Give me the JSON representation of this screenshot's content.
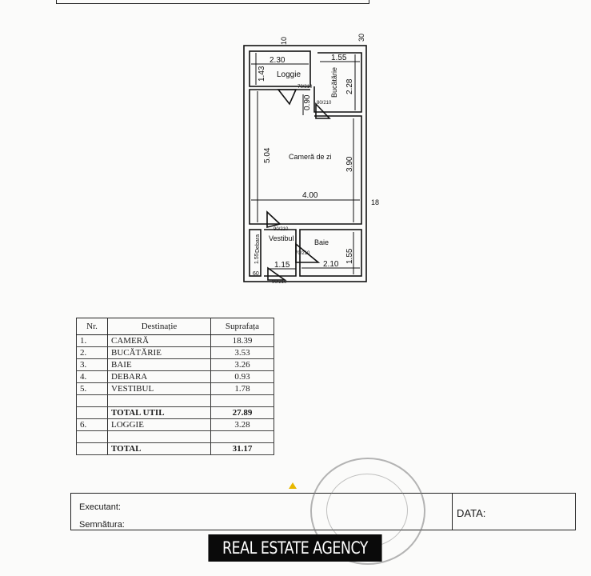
{
  "plan": {
    "rooms": {
      "loggie": "Loggie",
      "bucatarie": "Bucătărie",
      "camera": "Cameră de zi",
      "vestibul": "Vestibul",
      "baie": "Baie",
      "debara": "Debara"
    },
    "dims": {
      "d230": "2.30",
      "d143": "1.43",
      "d155top": "1.55",
      "d228": "2.28",
      "d090": "0.90",
      "d504": "5.04",
      "d390": "3.90",
      "d400": "4.00",
      "d155baie": "1.55",
      "d210": "2.10",
      "d115": "1.15",
      "d155deb": "1.55",
      "d60": "60",
      "w10": "10",
      "w30": "30",
      "w18": "18"
    },
    "doors": {
      "loggie": "70/210",
      "bucatarie": "80/210",
      "camera": "90/210",
      "baie": "70/210",
      "entry": "90/210"
    }
  },
  "table": {
    "headers": [
      "Nr.",
      "Destinație",
      "Suprafața"
    ],
    "rows": [
      {
        "nr": "1.",
        "name": "CAMERĂ",
        "area": "18.39"
      },
      {
        "nr": "2.",
        "name": "BUCĂTĂRIE",
        "area": "3.53"
      },
      {
        "nr": "3.",
        "name": "BAIE",
        "area": "3.26"
      },
      {
        "nr": "4.",
        "name": "DEBARA",
        "area": "0.93"
      },
      {
        "nr": "5.",
        "name": "VESTIBUL",
        "area": "1.78"
      },
      {
        "nr": "",
        "name": "",
        "area": ""
      },
      {
        "nr": "",
        "name": "TOTAL UTIL",
        "area": "27.89"
      },
      {
        "nr": "6.",
        "name": "LOGGIE",
        "area": "3.28"
      },
      {
        "nr": "",
        "name": "",
        "area": ""
      },
      {
        "nr": "",
        "name": "TOTAL",
        "area": "31.17"
      }
    ]
  },
  "signature": {
    "executant": "Executant:",
    "semnatura": "Semnătura:",
    "date": "DATA:"
  },
  "banner": "REAL ESTATE AGENCY"
}
